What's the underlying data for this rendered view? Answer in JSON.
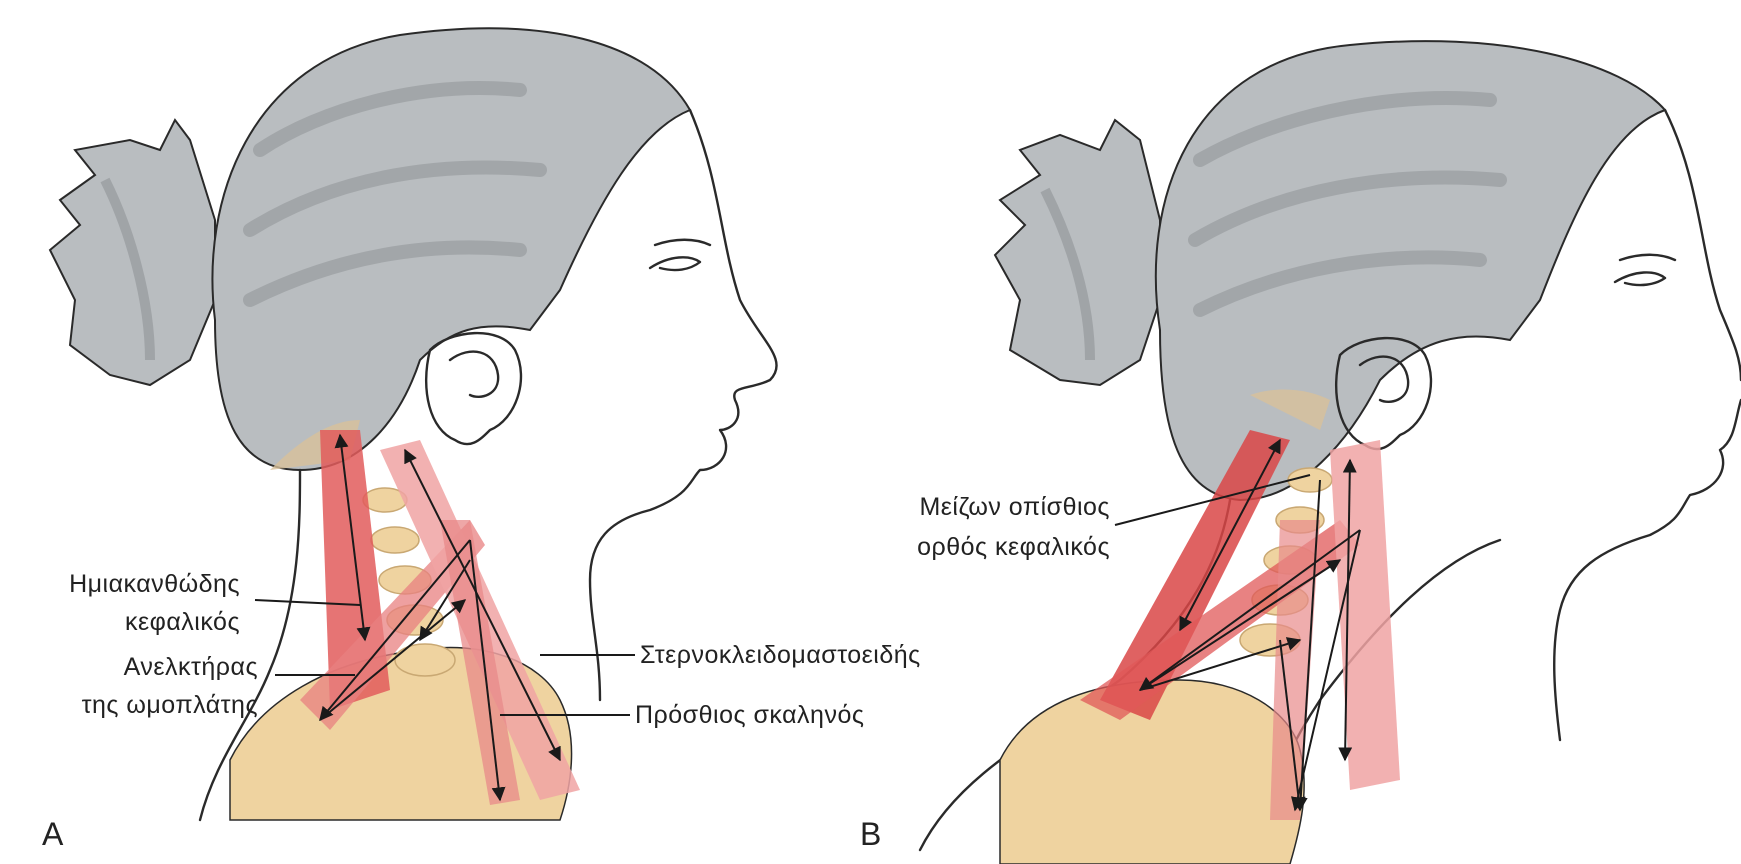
{
  "panels": [
    {
      "letter": "A",
      "labels": {
        "semispinalis_line1": "Ημιακανθώδης",
        "semispinalis_line2": "κεφαλικός",
        "levator_line1": "Ανελκτήρας",
        "levator_line2": "της ωμοπλάτης",
        "scm": "Στερνοκλειδομαστοειδής",
        "scalene": "Πρόσθιος σκαληνός"
      }
    },
    {
      "letter": "B",
      "labels": {
        "rectus_line1": "Μείζων οπίσθιος",
        "rectus_line2": "ορθός κεφαλικός"
      }
    }
  ],
  "colors": {
    "hair": "#b9bdc0",
    "hair_dark": "#8f9396",
    "bone": "#efd3a0",
    "muscle_dark": "#d94646",
    "muscle_light": "#f0a3a3",
    "outline": "#2a2a2a"
  }
}
